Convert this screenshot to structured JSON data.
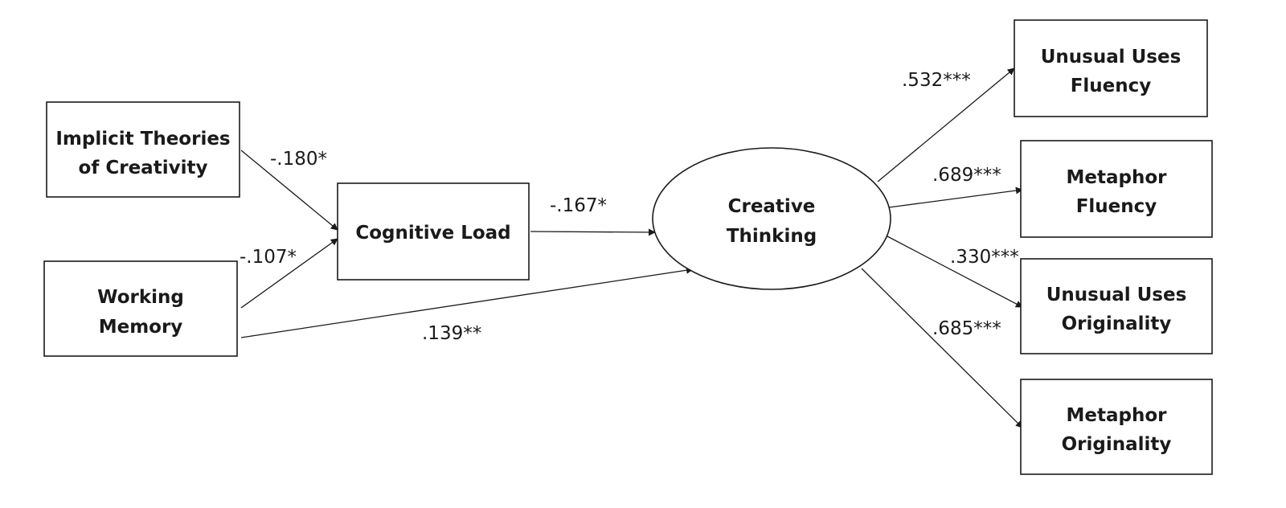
{
  "nodes": {
    "implicit_theories": {
      "line1": "Implicit Theories",
      "line2": "of Creativity"
    },
    "working_memory": {
      "line1": "Working",
      "line2": "Memory"
    },
    "cognitive_load": {
      "label": "Cognitive Load"
    },
    "creative_thinking": {
      "line1": "Creative",
      "line2": "Thinking"
    },
    "unusual_uses_fluency": {
      "line1": "Unusual Uses",
      "line2": "Fluency"
    },
    "metaphor_fluency": {
      "line1": "Metaphor",
      "line2": "Fluency"
    },
    "unusual_uses_originality": {
      "line1": "Unusual Uses",
      "line2": "Originality"
    },
    "metaphor_originality": {
      "line1": "Metaphor",
      "line2": "Originality"
    }
  },
  "paths": {
    "implicit_to_load": "-.180*",
    "memory_to_load": "-.107*",
    "load_to_thinking": "-.167*",
    "memory_to_thinking": ".139**",
    "thinking_to_uu_fluency": ".532***",
    "thinking_to_met_fluency": ".689***",
    "thinking_to_uu_originality": ".330***",
    "thinking_to_met_originality": ".685***"
  }
}
